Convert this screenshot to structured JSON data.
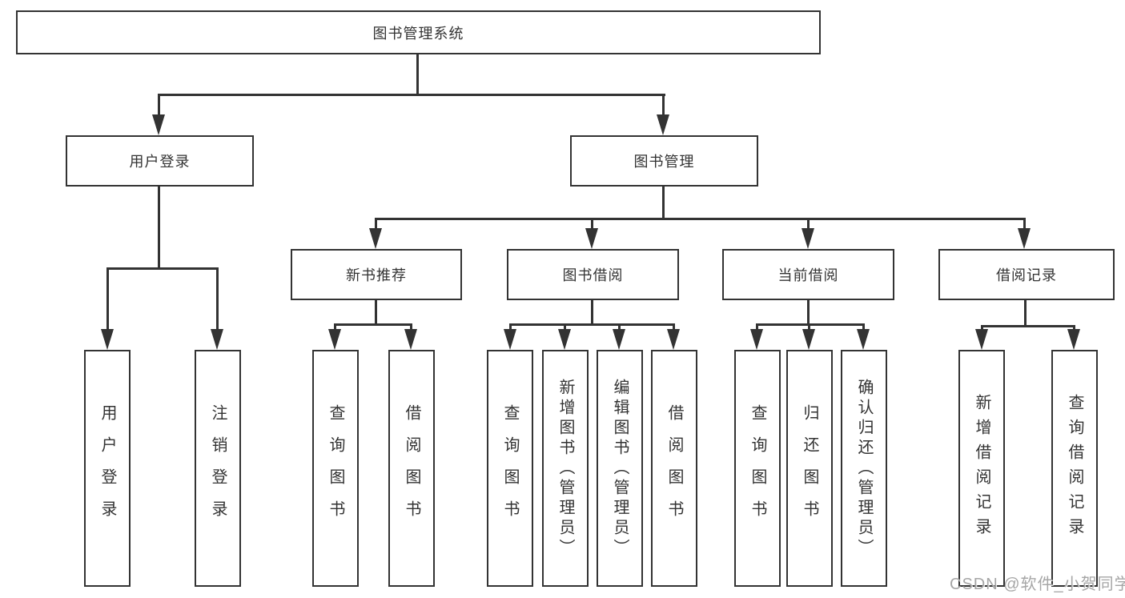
{
  "root": {
    "label": "图书管理系统"
  },
  "level2": {
    "user_login": "用户登录",
    "book_mgmt": "图书管理"
  },
  "level3": {
    "new_book_rec": "新书推荐",
    "book_borrow": "图书借阅",
    "current_borrow": "当前借阅",
    "borrow_record": "借阅记录"
  },
  "leaves": {
    "user_login": "用户登录",
    "logout_login": "注销登录",
    "rec_query_book": "查询图书",
    "rec_borrow_book": "借阅图书",
    "borrow_query_book": "查询图书",
    "borrow_add_book": "新增图书（管理员）",
    "borrow_edit_book": "编辑图书（管理员）",
    "borrow_borrow_book": "借阅图书",
    "current_query_book": "查询图书",
    "current_return_book": "归还图书",
    "current_confirm_return": "确认归还（管理员）",
    "record_add_record": "新增借阅记录",
    "record_query_record": "查询借阅记录"
  },
  "watermark": "CSDN @软件_小贺同学",
  "colors": {
    "line": "#333333",
    "box_border": "#333333",
    "text": "#333333",
    "watermark_text": "#a6a6a6",
    "background": "#ffffff"
  }
}
